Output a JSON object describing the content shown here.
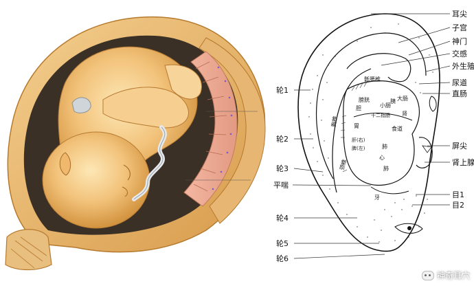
{
  "ear_labels": {
    "erjian": "耳尖",
    "zigong": "子宫",
    "shenmen": "神门",
    "jiaogan": "交感",
    "waishengzhiqi": "外生殖",
    "niaodao": "尿道",
    "zhichang": "直肠",
    "pingjian": "屏尖",
    "shenshangxian": "肾上腺",
    "mu1": "目1",
    "mu2": "目2",
    "lun1": "轮1",
    "lun2": "轮2",
    "lun3": "轮3",
    "pingchuan": "平喘",
    "lun4": "轮4",
    "lun5": "轮5",
    "lun6": "轮6"
  },
  "ear_inner": {
    "dizhuizhui": "骶腰椎",
    "pang": "膀胱",
    "dachang": "大肠",
    "xiaochang": "小肠",
    "yi": "胰",
    "dan": "胆",
    "shierzhichang": "十二指肠",
    "shen": "肾",
    "wei": "胃",
    "shidao": "食道",
    "gan_you": "肝(右)",
    "pi_zuo": "脾(左)",
    "xiongzhui": "胸椎",
    "fei1": "肺",
    "xin": "心",
    "fei2": "肺",
    "jingzhui": "颈椎",
    "ya": "牙"
  },
  "watermark": {
    "text": "神奇耳穴"
  }
}
